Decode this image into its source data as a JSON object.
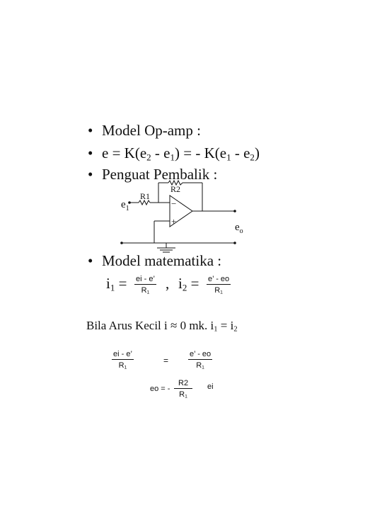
{
  "bullets": {
    "b1": "Model Op-amp :",
    "b2": {
      "pre": "e = K(e",
      "s1": "2",
      "mid": " - e",
      "s2": "1",
      "post": ") = - K(e",
      "s3": "1",
      "mid2": " - e",
      "s4": "2",
      "end": ")"
    },
    "b3": "Penguat Pembalik :",
    "b4": "Model matematika :"
  },
  "circuit": {
    "r1": "R1",
    "r2": "R2",
    "e1": "e",
    "e1_sub": "1",
    "eo": "e",
    "eo_sub": "o",
    "minus": "−",
    "plus": "+"
  },
  "eq1": {
    "i1": "i",
    "i1_sub": "1",
    "eq": "=",
    "f1_num": "ei  - e’",
    "f1_den": "R",
    "f1_den_sub": "1",
    "comma": ",",
    "i2": "i",
    "i2_sub": "2",
    "eq2": "=",
    "f2_num": "e’  - eo",
    "f2_den": "R",
    "f2_den_sub": "1"
  },
  "line_bila": {
    "text": "Bila Arus Kecil i ≈ 0 mk. i",
    "s1": "1",
    "mid": " = i",
    "s2": "2"
  },
  "eq2": {
    "f1_num": "ei  - e’",
    "f1_den": "R",
    "f1_den_sub": "1",
    "eq": "=",
    "f2_num": "e’  - eo",
    "f2_den": "R",
    "f2_den_sub": "1"
  },
  "eq3": {
    "lhs": "eo = -",
    "num": "R2",
    "den": "R",
    "den_sub": "1",
    "rhs": "ei"
  }
}
